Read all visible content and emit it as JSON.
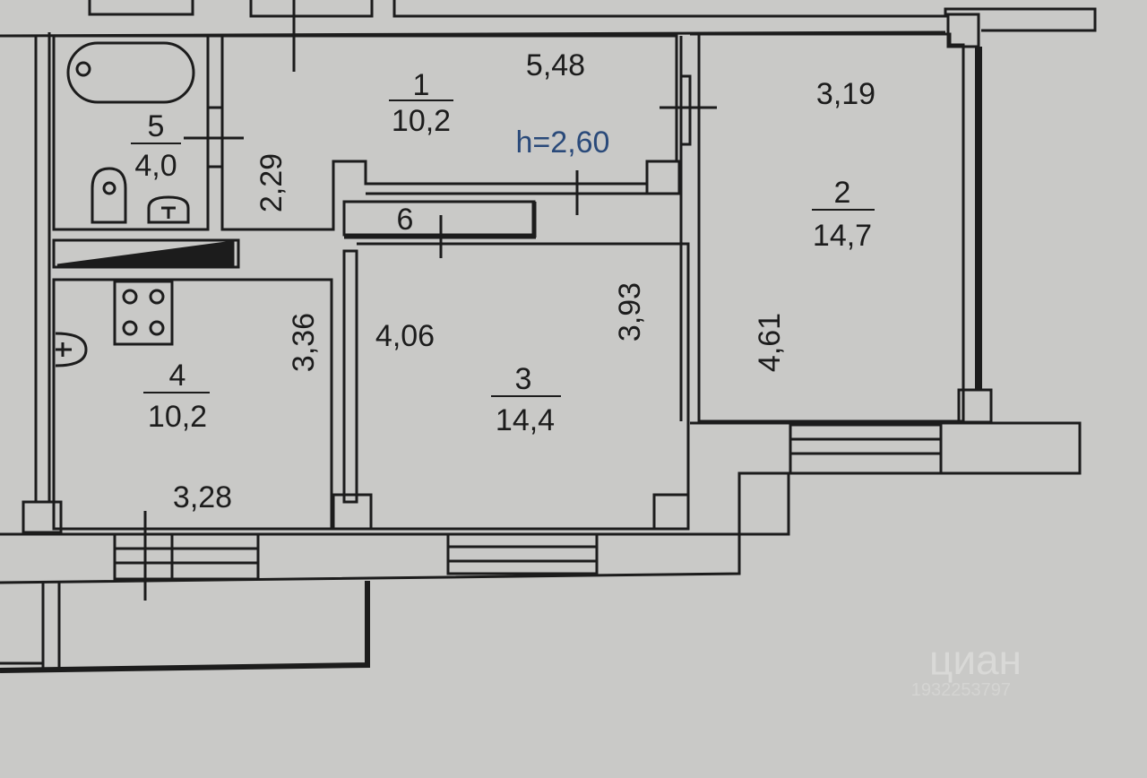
{
  "plan": {
    "ceiling_height": "h=2,60",
    "rooms": [
      {
        "id": "1",
        "number": "1",
        "area": "10,2"
      },
      {
        "id": "2",
        "number": "2",
        "area": "14,7"
      },
      {
        "id": "3",
        "number": "3",
        "area": "14,4"
      },
      {
        "id": "4",
        "number": "4",
        "area": "10,2"
      },
      {
        "id": "5",
        "number": "5",
        "area": "4,0"
      },
      {
        "id": "6",
        "number": "6",
        "area": ""
      }
    ],
    "dimensions": {
      "room1_width": "5,48",
      "room1_depth": "2,29",
      "room2_width": "3,19",
      "room2_depth": "4,61",
      "room3_width": "4,06",
      "room3_depth": "3,93",
      "room4_width": "3,28",
      "room4_depth": "3,36"
    },
    "colors": {
      "paper": "#c9c9c7",
      "wall": "#1c1c1c",
      "height_label": "#2a4a7a"
    }
  },
  "watermark": {
    "brand": "циан",
    "listing_id": "1932253797"
  }
}
